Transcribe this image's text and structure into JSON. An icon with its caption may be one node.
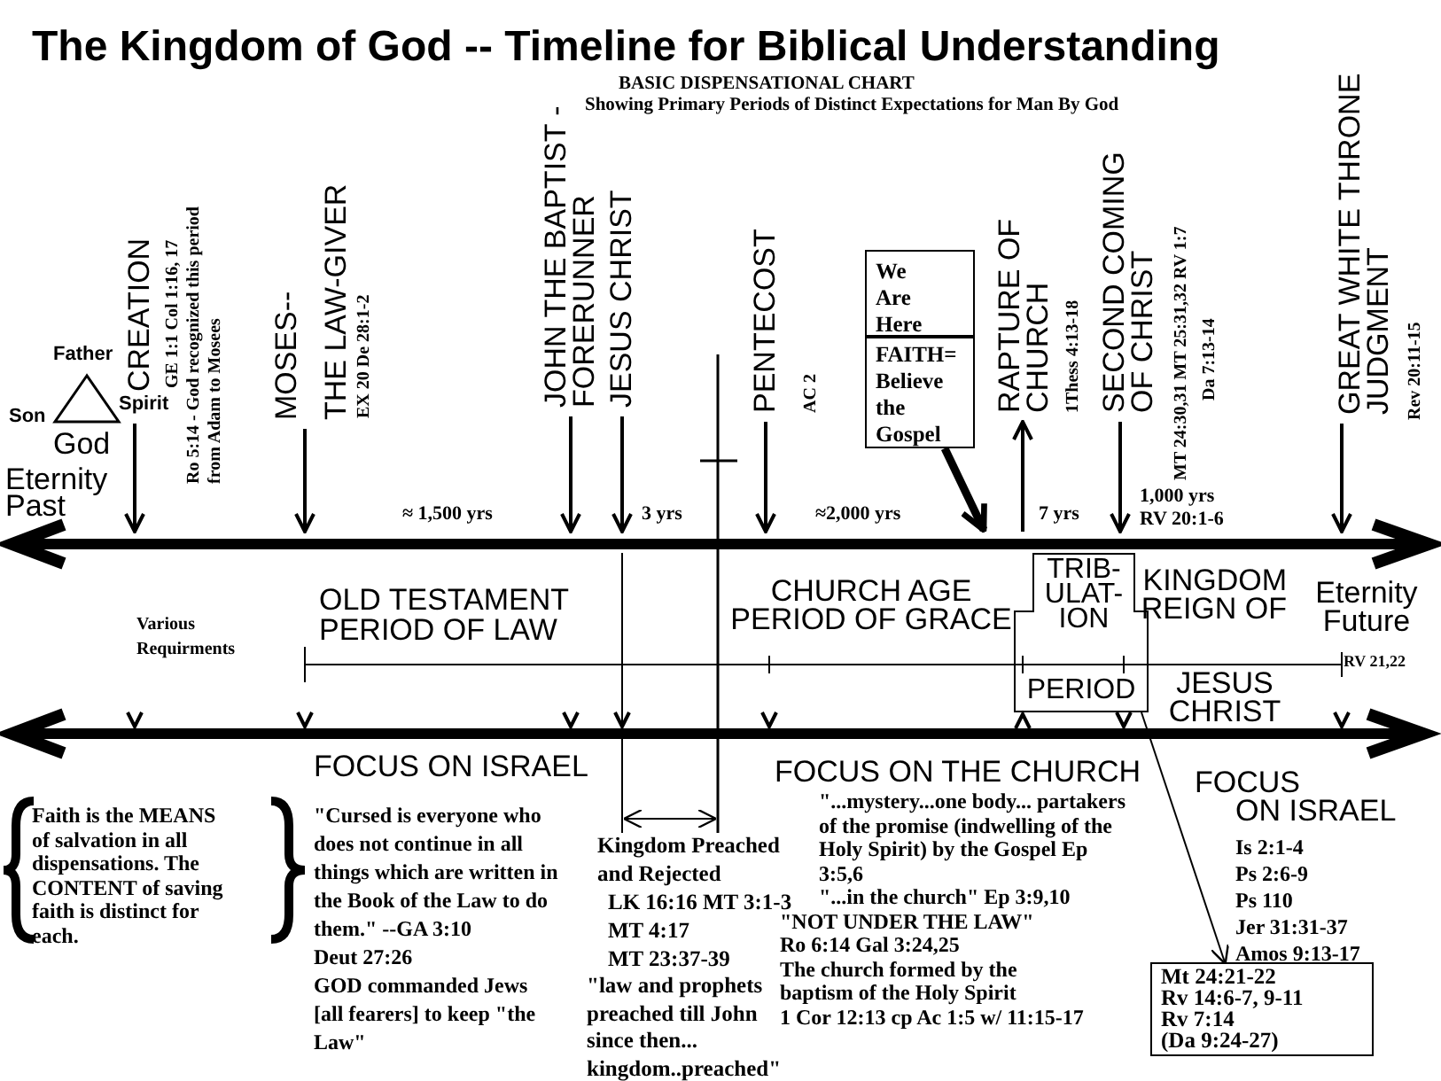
{
  "diagram": {
    "title": "The Kingdom of God -- Timeline for Biblical Understanding",
    "nodes": [
      {
        "text": [
          "We Are Here",
          "FAITH= Believe the Gospel"
        ]
      },
      {
        "text": [
          "TRIB- ULAT- ION",
          "PERIOD"
        ]
      },
      {
        "text": [
          "Mt 24:21-22",
          "Rv 14:6-7, 9-11",
          "Rv 7:14",
          "(Da 9:24-27)"
        ]
      },
      {
        "text": [],
        "shape": "bar"
      },
      {
        "text": [
          "CREATION"
        ]
      },
      {
        "text": [
          "MOSES--"
        ]
      },
      {
        "text": [
          "JOHN THE BAPTIST - FORERUNNER"
        ]
      },
      {
        "text": [
          "JESUS CHRIST"
        ]
      },
      {
        "text": [
          "PENTECOST"
        ]
      },
      {
        "text": [
          "RAPTURE OF CHURCH"
        ]
      },
      {
        "text": [
          "SECOND COMING OF CHRIST"
        ]
      },
      {
        "text": [
          "GREAT WHITE THRONE JUDGMENT"
        ]
      }
    ],
    "edges": [
      {
        "from": 0,
        "to": 3,
        "arrow": "to",
        "style": "thick"
      },
      {
        "from": 1,
        "to": 2,
        "arrow": "to"
      },
      {
        "from": 4,
        "to": 3,
        "arrow": "to"
      },
      {
        "from": 5,
        "to": 3,
        "arrow": "to"
      },
      {
        "from": 6,
        "to": 3,
        "arrow": "to"
      },
      {
        "from": 7,
        "to": 3,
        "arrow": "to"
      },
      {
        "from": 8,
        "to": 3,
        "arrow": "to"
      },
      {
        "from": 3,
        "to": 9,
        "arrow": "to"
      },
      {
        "from": 10,
        "to": 3,
        "arrow": "to"
      },
      {
        "from": 11,
        "to": 3,
        "arrow": "to"
      }
    ],
    "labels": [
      "BASIC DISPENSATIONAL CHART",
      "Showing Primary Periods of Distinct Expectations for Man By God",
      "GE 1:1 Col 1:16, 17",
      "Ro 5:14 - God recognized this period from Adam to Mosees",
      "Father",
      "Son",
      "Spirit",
      "God",
      "Eternity Past",
      "THE LAW-GIVER",
      "EX 20 De 28:1-2",
      "AC 2",
      "1Thess 4:13-18",
      "MT 24:30,31 MT 25:31,32 RV 1:7",
      "Da 7:13-14",
      "Rev 20:11-15",
      "≈ 1,500 yrs",
      "3 yrs",
      "≈2,000 yrs",
      "7 yrs",
      "1,000 yrs",
      "RV 20:1-6",
      "Various Requirments",
      "OLD TESTAMENT PERIOD OF LAW",
      "CHURCH AGE PERIOD OF GRACE",
      "KINGDOM REIGN OF",
      "JESUS CHRIST",
      "Eternity Future",
      "RV 21,22",
      "FOCUS ON ISRAEL",
      "FOCUS ON THE CHURCH",
      "FOCUS",
      "ON ISRAEL",
      "Faith is the MEANS of salvation in all dispensations. The CONTENT of saving faith is distinct for each.",
      "\"Cursed is everyone who does not continue in all things which are written in the Book of the Law to do them.\" --GA 3:10",
      "Deut 27:26",
      "GOD commanded Jews [all fearers] to keep \"the Law\"",
      "Kingdom Preached and Rejected",
      "LK 16:16 MT 3:1-3",
      "MT 4:17",
      "MT 23:37-39",
      "\"law and prophets preached till John since then... kingdom..preached\"",
      "\"...mystery...one body... partakers of the promise (indwelling of the Holy Spirit) by the Gospel Ep 3:5,6",
      "\"...in the church\" Ep 3:9,10",
      "\"NOT UNDER THE LAW\"",
      "Ro 6:14  Gal 3:24,25",
      "The church formed by the baptism of the Holy Spirit",
      "1 Cor 12:13 cp Ac 1:5 w/ 11:15-17",
      "Is 2:1-4",
      "Ps 2:6-9",
      "Ps 110",
      "Jer 31:31-37",
      "Amos 9:13-17"
    ]
  }
}
